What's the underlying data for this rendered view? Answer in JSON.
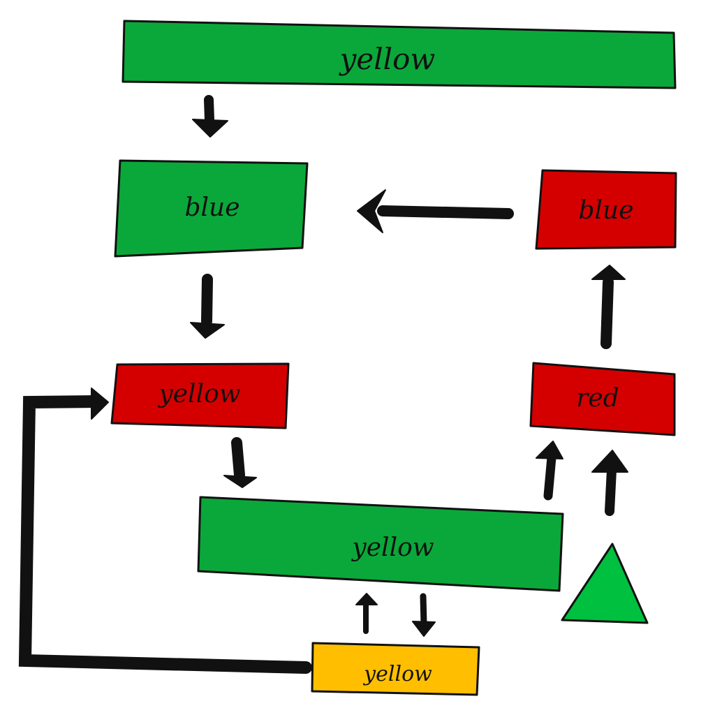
{
  "colors": {
    "green": "#0aa83a",
    "red": "#d40000",
    "orange": "#ffbf00",
    "triangle": "#00c040",
    "ink": "#111111"
  },
  "nodes": [
    {
      "id": "top",
      "label": "yellow",
      "fill": "green"
    },
    {
      "id": "left-mid",
      "label": "blue",
      "fill": "green"
    },
    {
      "id": "right-top",
      "label": "blue",
      "fill": "red"
    },
    {
      "id": "left-lower",
      "label": "yellow",
      "fill": "red"
    },
    {
      "id": "right-lower",
      "label": "red",
      "fill": "red"
    },
    {
      "id": "wide-bottom",
      "label": "yellow",
      "fill": "green"
    },
    {
      "id": "small-bottom",
      "label": "yellow",
      "fill": "orange"
    }
  ],
  "triangle": {
    "fill": "triangle"
  },
  "edges": [
    {
      "from": "top",
      "to": "left-mid"
    },
    {
      "from": "right-top",
      "to": "left-mid"
    },
    {
      "from": "left-mid",
      "to": "left-lower"
    },
    {
      "from": "right-lower",
      "to": "right-top"
    },
    {
      "from": "left-lower",
      "to": "wide-bottom"
    },
    {
      "from": "wide-bottom",
      "to": "right-lower"
    },
    {
      "from": "triangle",
      "to": "right-lower"
    },
    {
      "from": "small-bottom",
      "to": "wide-bottom"
    },
    {
      "from": "wide-bottom",
      "to": "small-bottom"
    },
    {
      "from": "small-bottom",
      "to": "left-lower"
    }
  ]
}
